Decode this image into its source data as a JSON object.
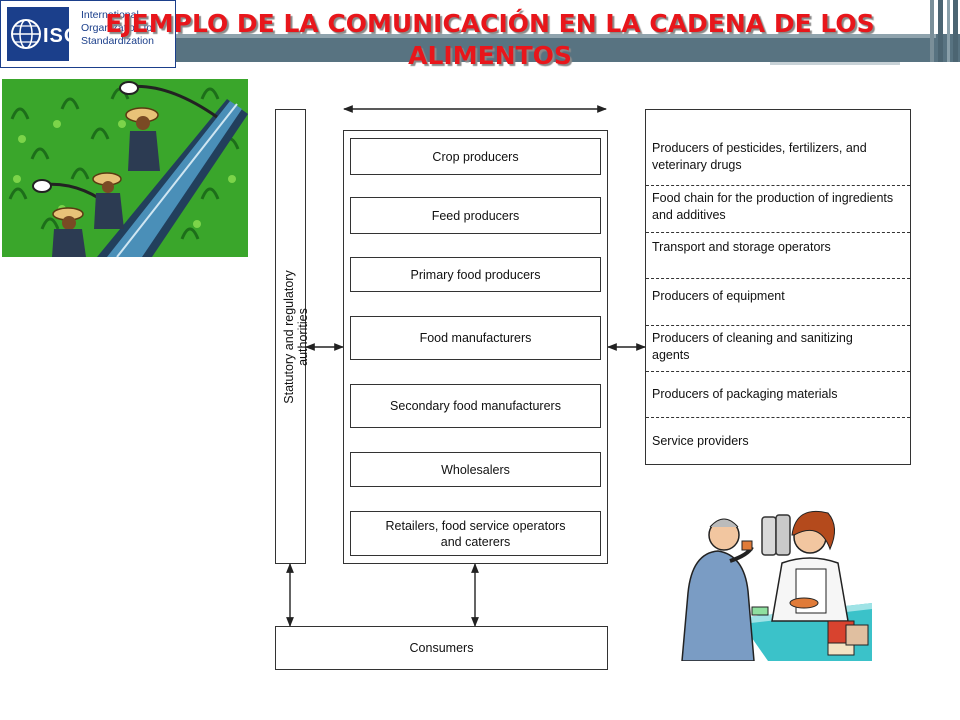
{
  "logo": {
    "abbr": "ISO",
    "name": "International Organization for Standardization"
  },
  "title": "EJEMPLO DE LA COMUNICACIÓN EN LA CADENA DE LOS ALIMENTOS",
  "diagram": {
    "authorities": "Statutory and regulatory authorities",
    "chain": [
      "Crop producers",
      "Feed producers",
      "Primary food producers",
      "Food manufacturers",
      "Secondary food manufacturers",
      "Wholesalers",
      "Retailers, food service operators and caterers"
    ],
    "consumers": "Consumers",
    "related_organizations": [
      "Producers of pesticides, fertilizers, and veterinary drugs",
      "Food chain for the production of ingredients and additives",
      "Transport and storage operators",
      "Producers of equipment",
      "Producers of cleaning and sanitizing agents",
      "Producers of packaging materials",
      "Service providers"
    ]
  },
  "colors": {
    "title": "#e8161b",
    "iso_blue": "#1b3f8b",
    "decor_bar": "#5f7684"
  },
  "images": [
    "farm-workers-clipart",
    "food-shop-clipart"
  ]
}
